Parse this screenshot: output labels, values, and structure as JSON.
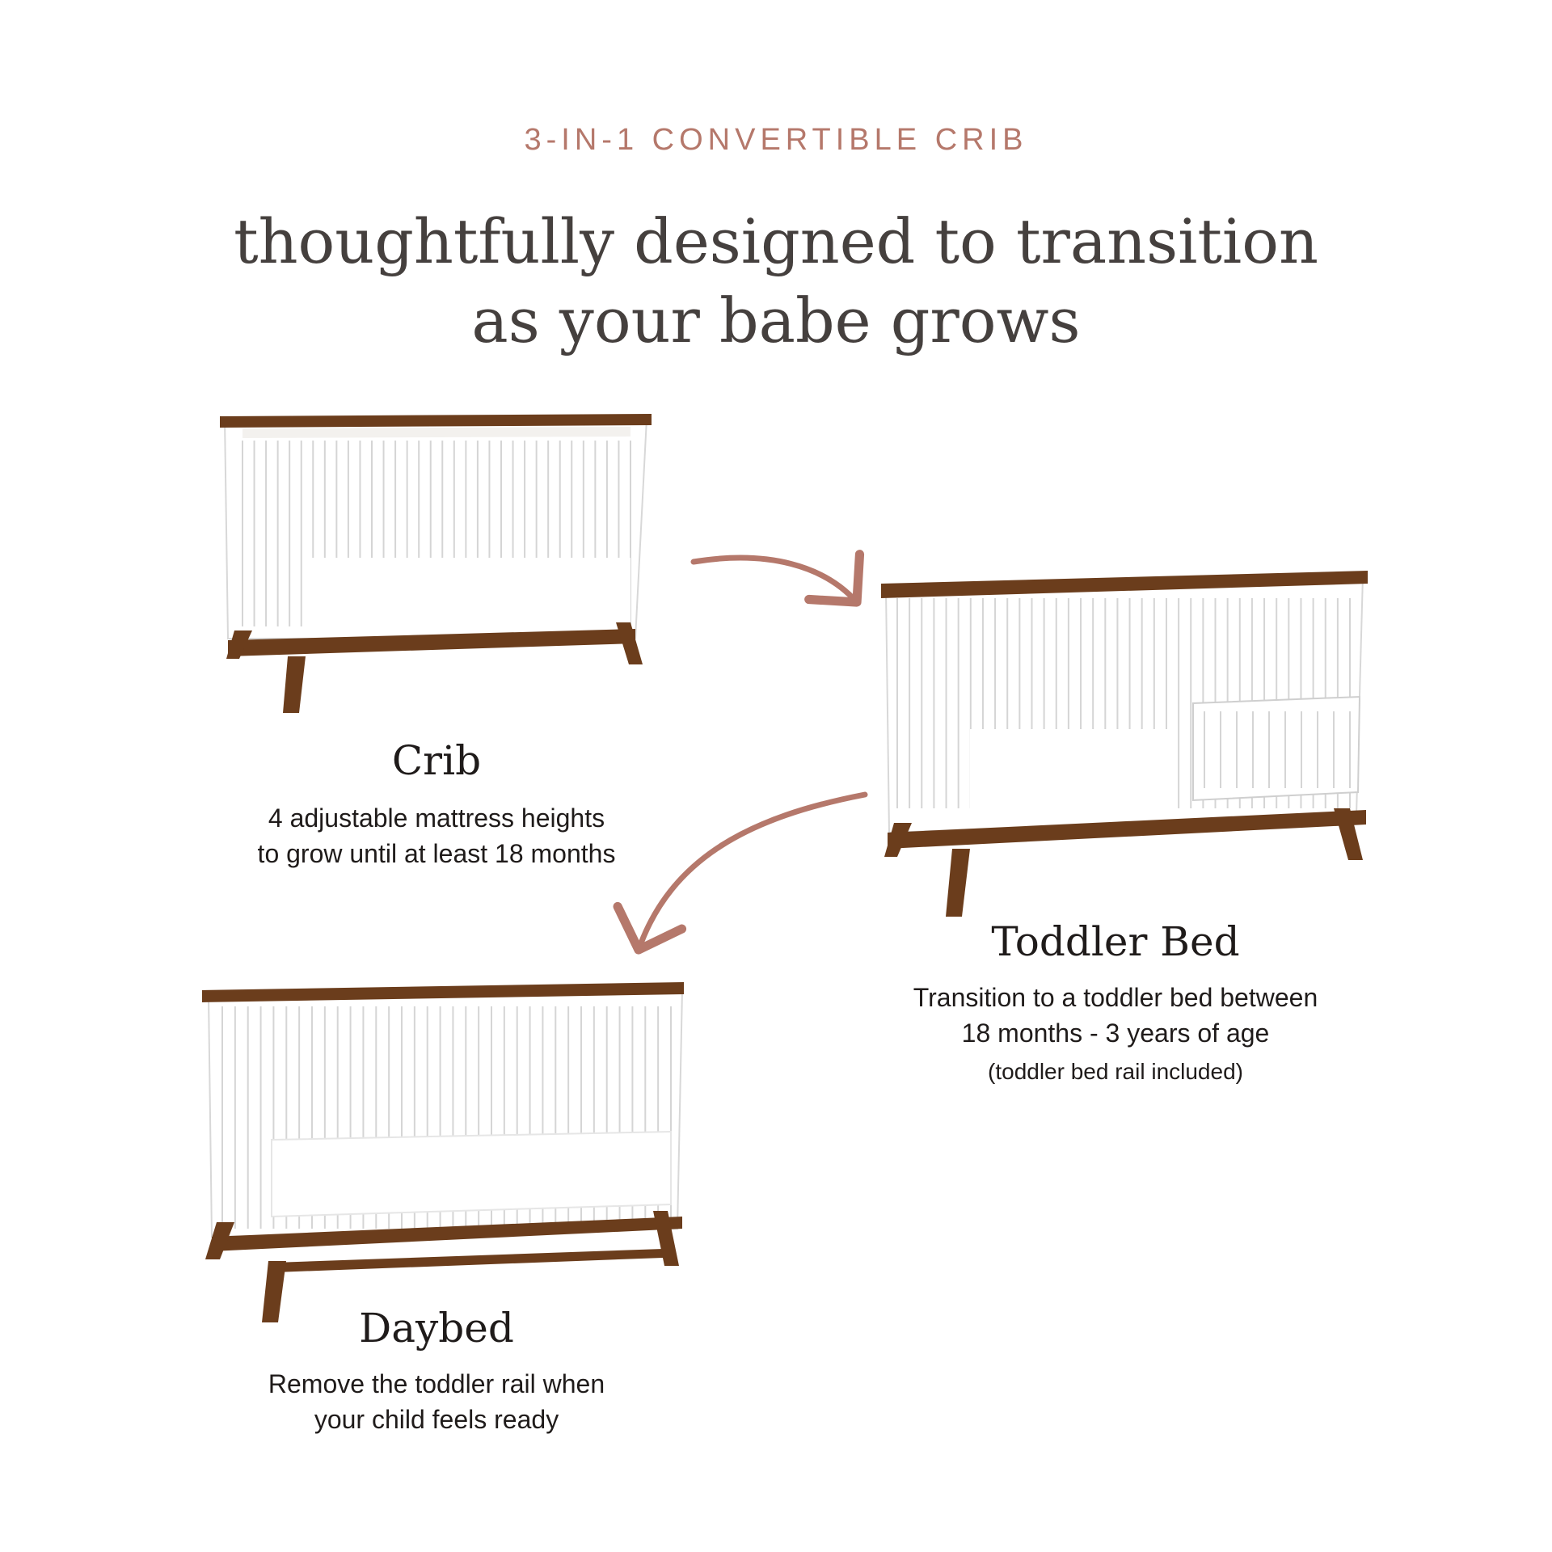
{
  "eyebrow": "3-IN-1 CONVERTIBLE CRIB",
  "headline": {
    "line1": "thoughtfully designed to transition",
    "line2": "as your babe grows"
  },
  "stages": {
    "crib": {
      "title": "Crib",
      "line1": "4 adjustable mattress heights",
      "line2": "to grow until at least 18 months"
    },
    "toddler": {
      "title": "Toddler Bed",
      "line1": "Transition to a toddler bed between",
      "line2": "18 months - 3 years of age",
      "note": "(toddler bed rail included)"
    },
    "daybed": {
      "title": "Daybed",
      "line1": "Remove the toddler rail when",
      "line2": "your child feels ready"
    }
  },
  "colors": {
    "accent": "#b5786b",
    "wood": "#6b3d1c",
    "frame": "#ffffff",
    "text": "#1f1b1a",
    "headline": "#45403e"
  }
}
